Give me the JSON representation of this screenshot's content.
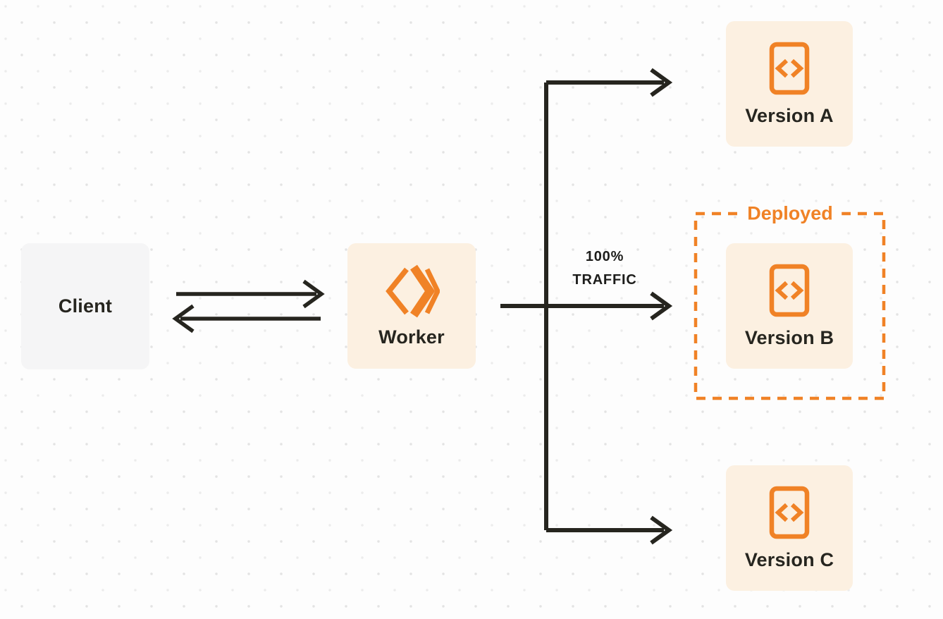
{
  "colors": {
    "accent_orange": "#f08226",
    "line_dark": "#26251f",
    "node_cream_bg": "#fcf0e1",
    "node_gray_bg": "#f5f5f6",
    "canvas_bg": "#fdfdfd",
    "dot_grid": "#e3e3e3"
  },
  "nodes": {
    "client": {
      "label": "Client"
    },
    "worker": {
      "label": "Worker",
      "icon": "workers-logo-icon"
    },
    "version_a": {
      "label": "Version A",
      "icon": "code-file-icon"
    },
    "version_b": {
      "label": "Version B",
      "icon": "code-file-icon"
    },
    "version_c": {
      "label": "Version C",
      "icon": "code-file-icon"
    }
  },
  "annotations": {
    "deployed_label": "Deployed",
    "traffic_line1": "100%",
    "traffic_line2": "TRAFFIC"
  },
  "edges": {
    "client_to_worker": "request arrow (right)",
    "worker_to_client": "response arrow (left)",
    "worker_to_version_a": "branch arrow (top)",
    "worker_to_version_b": "branch arrow (middle, 100% traffic)",
    "worker_to_version_c": "branch arrow (bottom)"
  }
}
